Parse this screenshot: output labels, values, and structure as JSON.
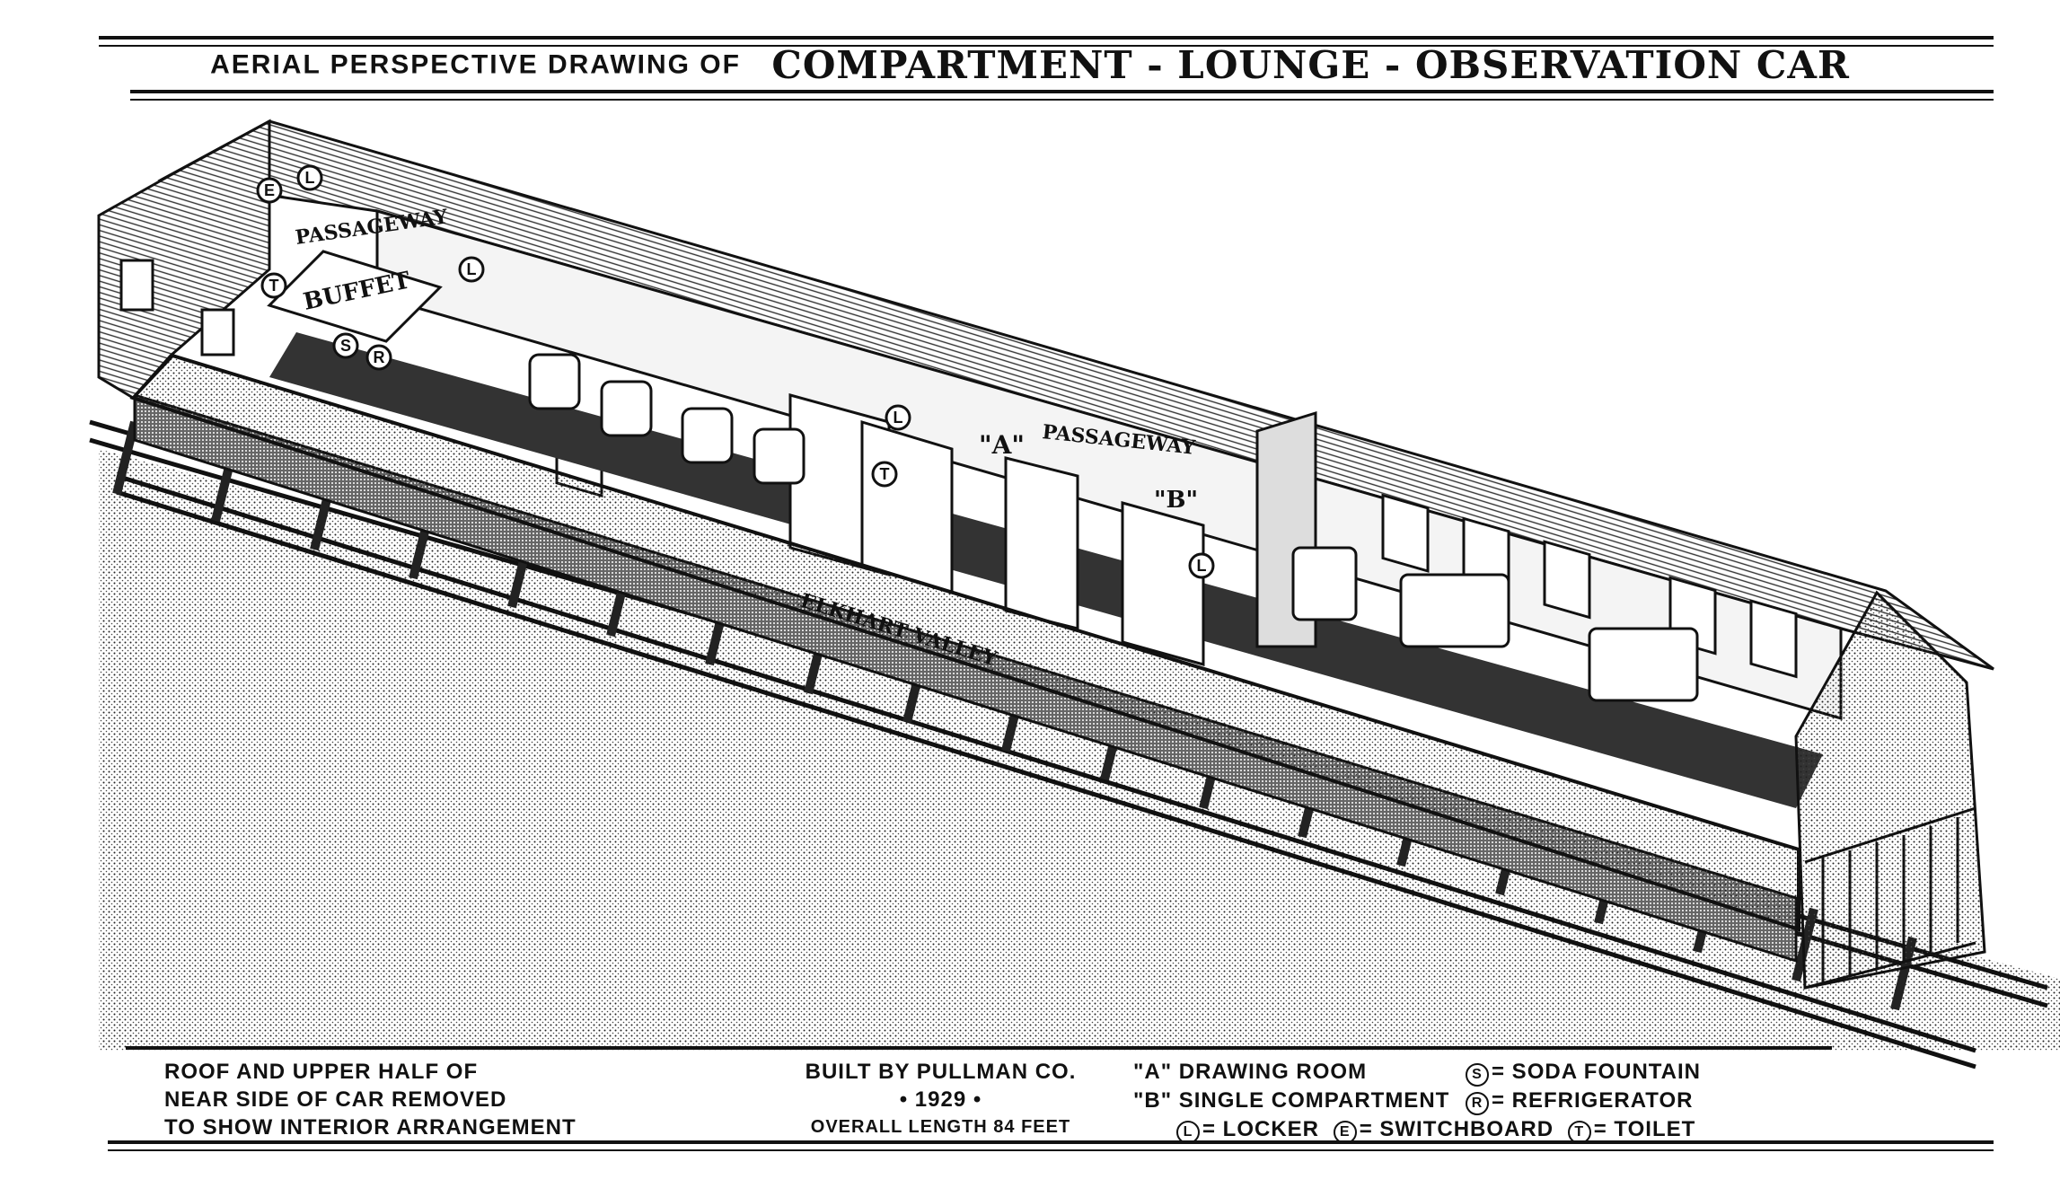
{
  "header": {
    "prefix": "AERIAL PERSPECTIVE DRAWING OF",
    "title": "COMPARTMENT - LOUNGE - OBSERVATION CAR"
  },
  "drawing_labels": {
    "buffet": "BUFFET",
    "passageway_1": "PASSAGEWAY",
    "passageway_2": "PASSAGEWAY",
    "room_a": "\"A\"",
    "room_b": "\"B\"",
    "car_name": "ELKHART VALLEY",
    "marks": [
      "E",
      "L",
      "T",
      "L",
      "S",
      "R",
      "L",
      "T",
      "L"
    ]
  },
  "footer": {
    "note": [
      "ROOF AND UPPER HALF OF",
      "NEAR SIDE OF CAR REMOVED",
      "TO SHOW INTERIOR ARRANGEMENT"
    ],
    "builder": "BUILT BY PULLMAN CO.",
    "year": "• 1929 •",
    "length": "OVERALL LENGTH 84 FEET",
    "legend": {
      "a": "\"A\" DRAWING ROOM",
      "b": "\"B\" SINGLE COMPARTMENT",
      "s_key": "S",
      "s": "= SODA FOUNTAIN",
      "r_key": "R",
      "r": "= REFRIGERATOR",
      "l_key": "L",
      "l": "= LOCKER",
      "e_key": "E",
      "e": "= SWITCHBOARD",
      "t_key": "T",
      "t": "= TOILET"
    }
  }
}
